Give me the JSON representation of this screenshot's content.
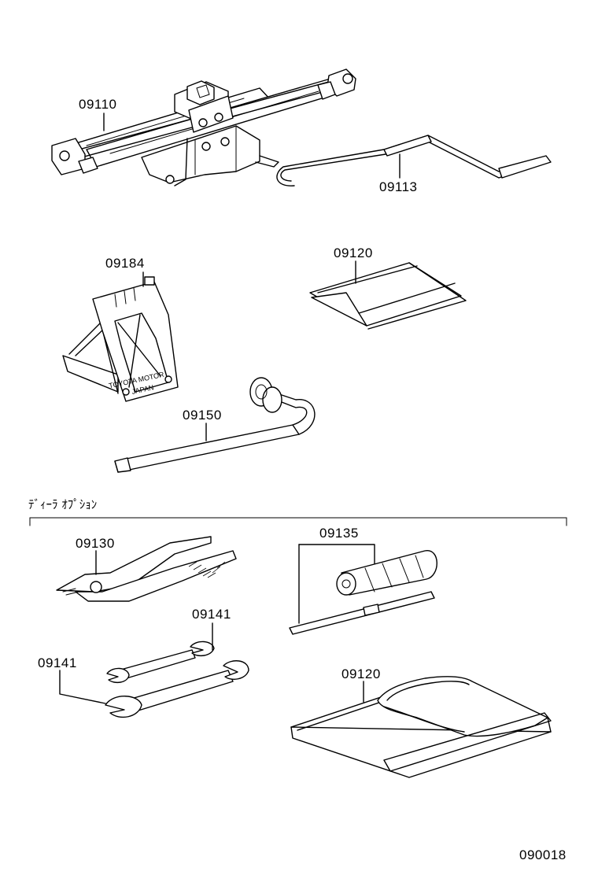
{
  "parts": {
    "jack": "09110",
    "jack_handle": "09113",
    "wheel_chock": "09184",
    "tool_bag_top": "09120",
    "wrench_bar": "09150",
    "pliers": "09130",
    "screwdriver": "09135",
    "wrench_upper": "09141",
    "wrench_lower": "09141",
    "tool_bag_bottom": "09120"
  },
  "chock_text": {
    "line1": "TOYOTA MOTOR",
    "line2": "JAPAN"
  },
  "section_title": "ﾃﾞｨｰﾗ ｵﾌﾟｼｮﾝ",
  "figure_number": "090018"
}
